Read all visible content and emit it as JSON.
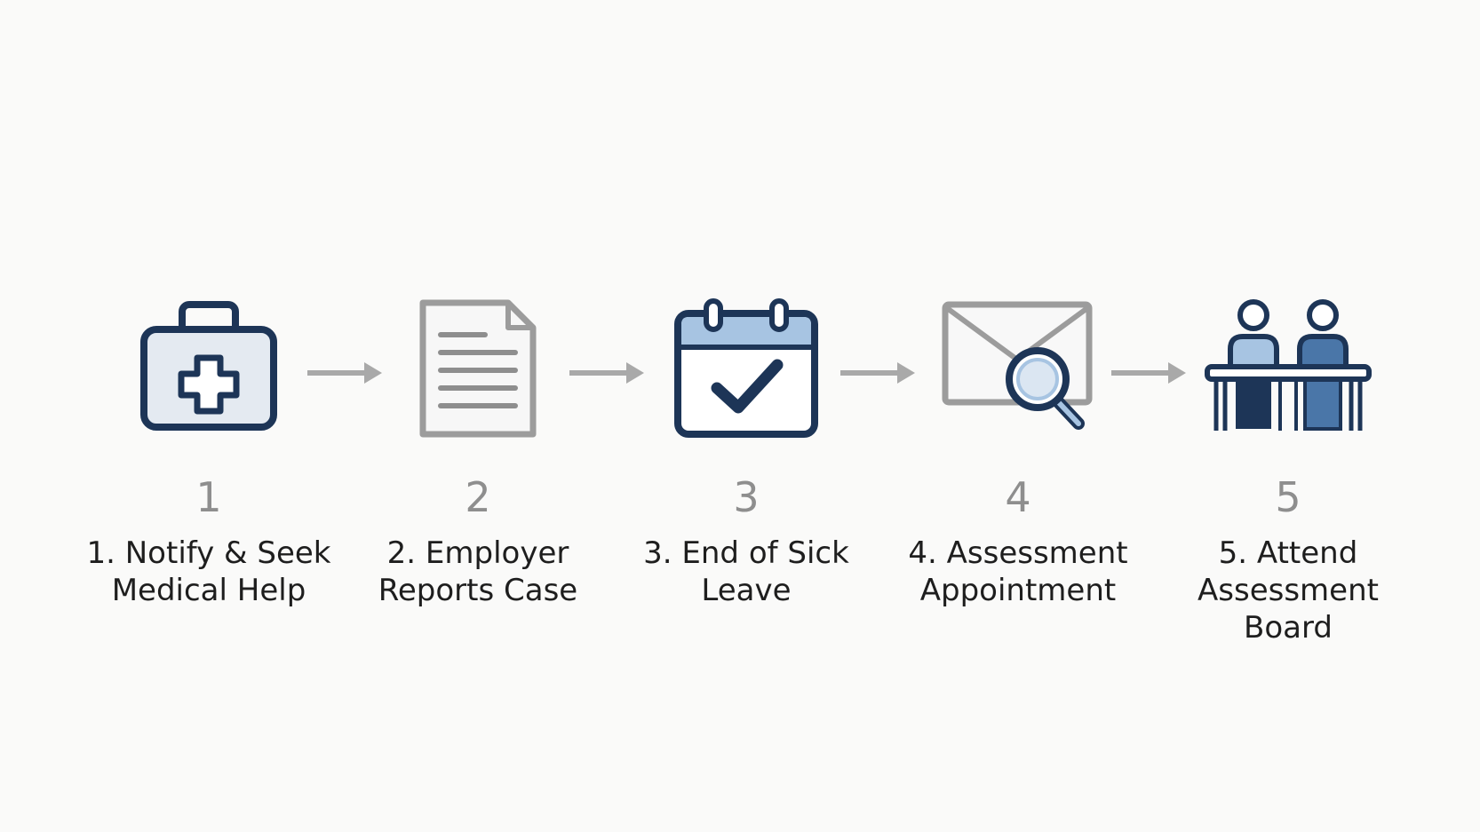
{
  "steps": [
    {
      "number": "1",
      "label": "1. Notify & Seek\nMedical Help",
      "icon": "first-aid-kit-icon"
    },
    {
      "number": "2",
      "label": "2. Employer\nReports Case",
      "icon": "document-icon"
    },
    {
      "number": "3",
      "label": "3. End of Sick\nLeave",
      "icon": "calendar-check-icon"
    },
    {
      "number": "4",
      "label": "4. Assessment\nAppointment",
      "icon": "envelope-search-icon"
    },
    {
      "number": "5",
      "label": "5. Attend\nAssessment\nBoard",
      "icon": "assessment-board-icon"
    }
  ],
  "colors": {
    "navy": "#1d3557",
    "light_blue": "#a7c4e2",
    "mid_blue": "#4a76a8",
    "gray": "#8e8e8e",
    "light_gray_fill": "#e4eaf1",
    "arrow": "#a9a9a9"
  }
}
